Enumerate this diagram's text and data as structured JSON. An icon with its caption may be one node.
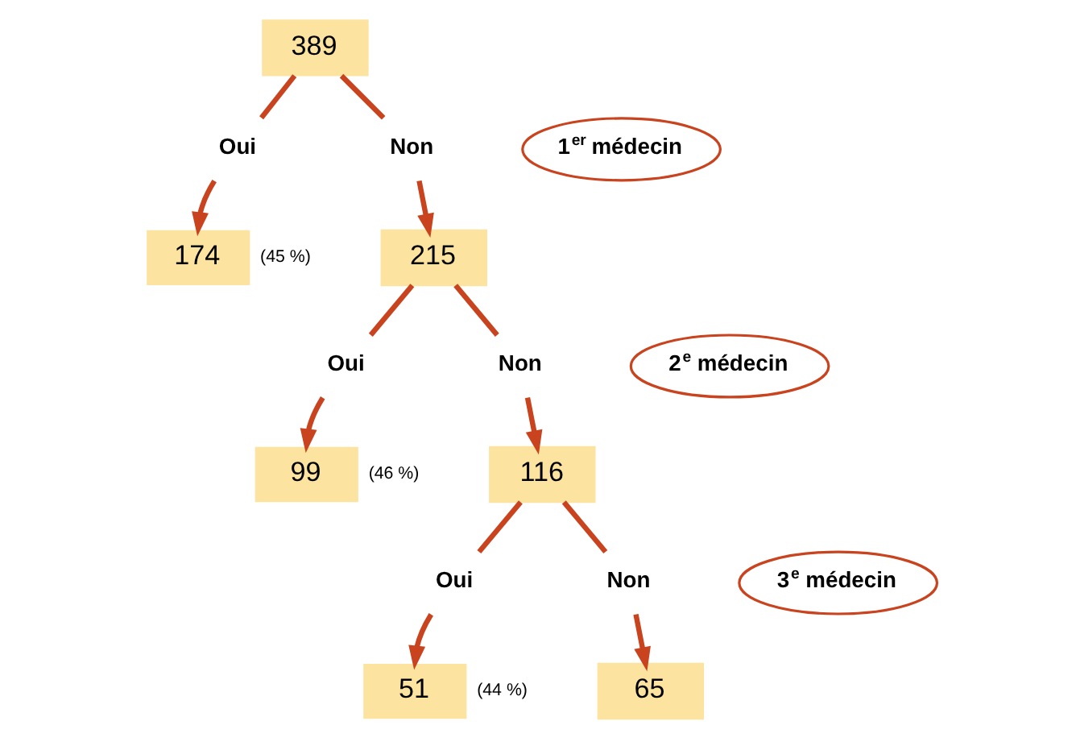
{
  "diagram": {
    "nodes": [
      {
        "text": [
          "389"
        ]
      },
      {
        "text": [
          "Oui"
        ]
      },
      {
        "text": [
          "Non"
        ]
      },
      {
        "text": [
          "1$^{er}$ médecin"
        ]
      },
      {
        "text": [
          "174"
        ],
        "beside": [
          "(45 %)"
        ]
      },
      {
        "text": [
          "215"
        ]
      },
      {
        "text": [
          "Oui"
        ]
      },
      {
        "text": [
          "Non"
        ]
      },
      {
        "text": [
          "2$^{e}$ médecin"
        ]
      },
      {
        "text": [
          "99"
        ],
        "beside": [
          "(46 %)"
        ]
      },
      {
        "text": [
          "116"
        ]
      },
      {
        "text": [
          "Oui"
        ]
      },
      {
        "text": [
          "Non"
        ]
      },
      {
        "text": [
          "3$^{e}$ médecin"
        ]
      },
      {
        "text": [
          "51"
        ],
        "beside": [
          "(44 %)"
        ]
      },
      {
        "text": [
          "65"
        ]
      }
    ],
    "edges": [
      {
        "from": 0,
        "to": 1,
        "arrow": "none"
      },
      {
        "from": 0,
        "to": 2,
        "arrow": "none"
      },
      {
        "from": 1,
        "to": 4,
        "arrow": "to"
      },
      {
        "from": 2,
        "to": 5,
        "arrow": "to"
      },
      {
        "from": 5,
        "to": 6,
        "arrow": "none"
      },
      {
        "from": 5,
        "to": 7,
        "arrow": "none"
      },
      {
        "from": 6,
        "to": 9,
        "arrow": "to"
      },
      {
        "from": 7,
        "to": 10,
        "arrow": "to"
      },
      {
        "from": 10,
        "to": 11,
        "arrow": "none"
      },
      {
        "from": 10,
        "to": 12,
        "arrow": "none"
      },
      {
        "from": 11,
        "to": 14,
        "arrow": "to"
      },
      {
        "from": 12,
        "to": 15,
        "arrow": "to"
      }
    ]
  }
}
